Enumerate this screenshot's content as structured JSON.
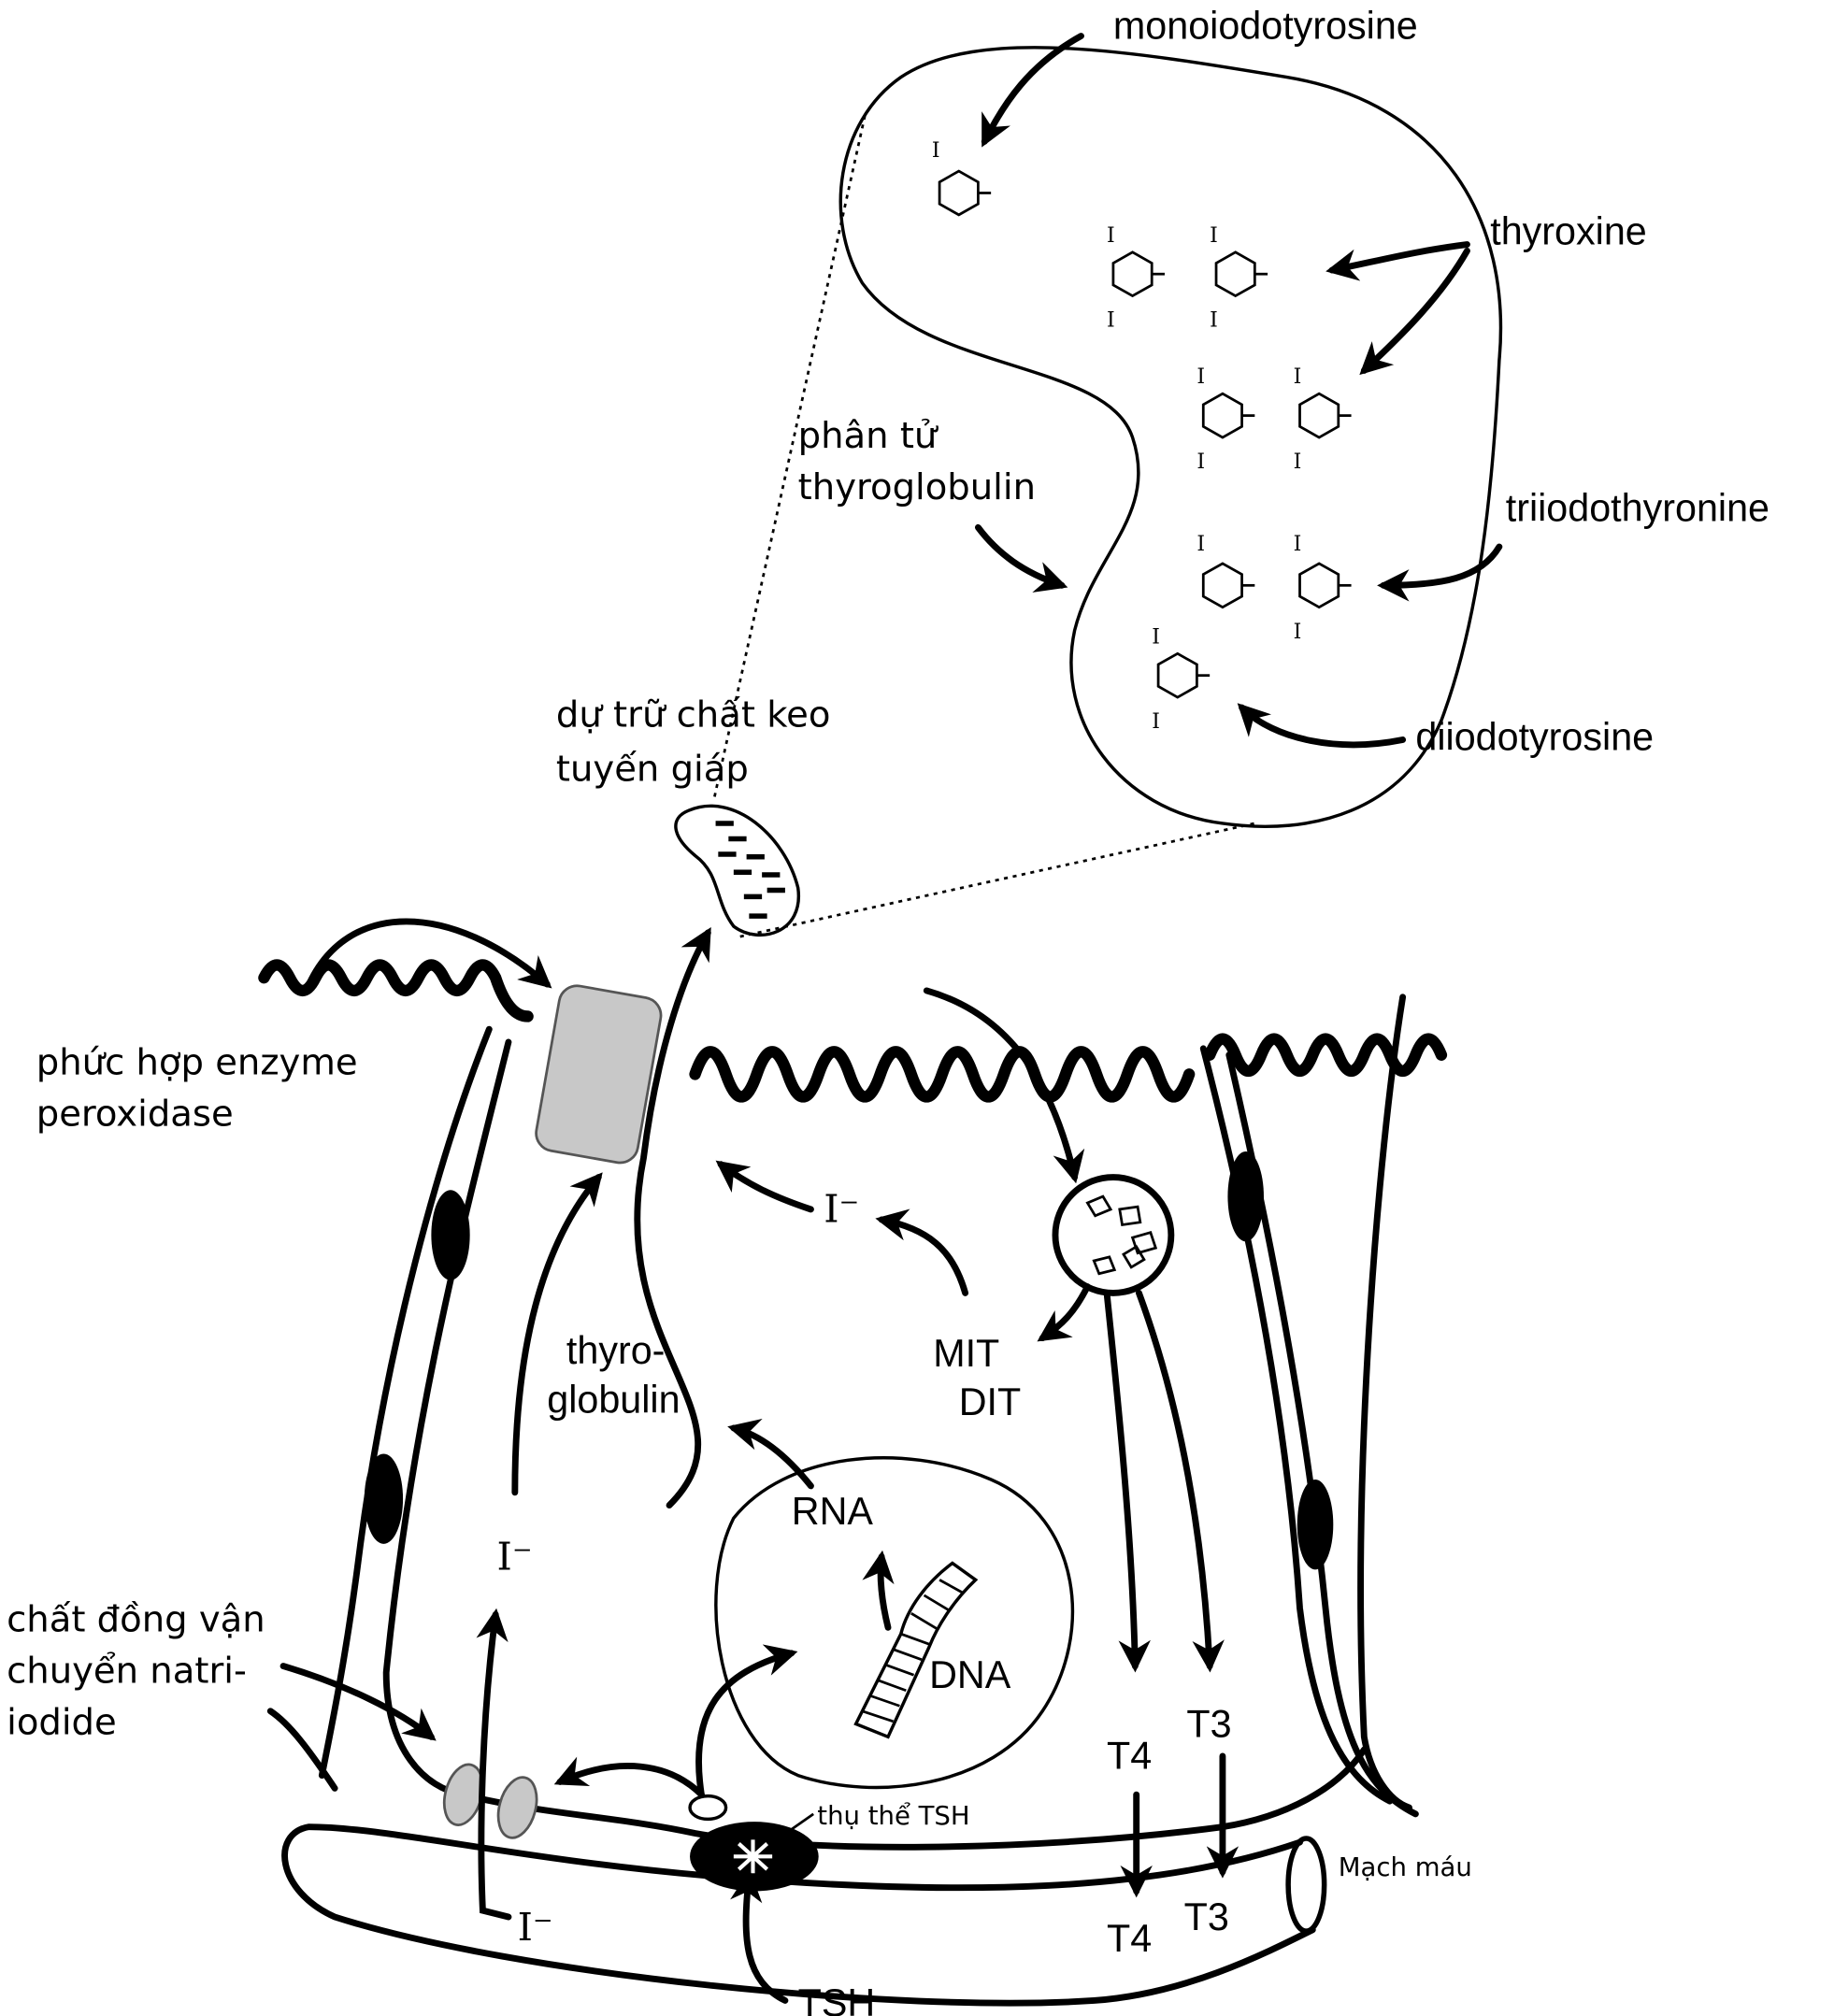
{
  "title": "Thyroid follicular cell hormone synthesis",
  "labels": {
    "monoiodotyrosine": "monoiodotyrosine",
    "thyroxine": "thyroxine",
    "triiodothyronine": "triiodothyronine",
    "diiodotyrosine": "diiodotyrosine",
    "thyroglobulin_molecule_1": "phân tử",
    "thyroglobulin_molecule_2": "thyroglobulin",
    "colloid_1": "dự trữ chất keo",
    "colloid_2": "tuyến giáp",
    "peroxidase_1": "phức hợp enzyme",
    "peroxidase_2": "peroxidase",
    "thyroglobulin_1": "thyro-",
    "thyroglobulin_2": "globulin",
    "iodide": "I⁻",
    "mit": "MIT",
    "dit": "DIT",
    "rna": "RNA",
    "dna": "DNA",
    "nis_1": "chất đồng vận",
    "nis_2": "chuyển natri-",
    "nis_3": "iodide",
    "t4": "T4",
    "t3": "T3",
    "tsh_receptor": "thụ thể TSH",
    "blood_vessel": "Mạch máu",
    "tsh": "TSH",
    "iodine_atom": "I"
  },
  "colors": {
    "ink": "#000000",
    "enzyme_fill": "#c8c8c8",
    "background": "#ffffff"
  }
}
